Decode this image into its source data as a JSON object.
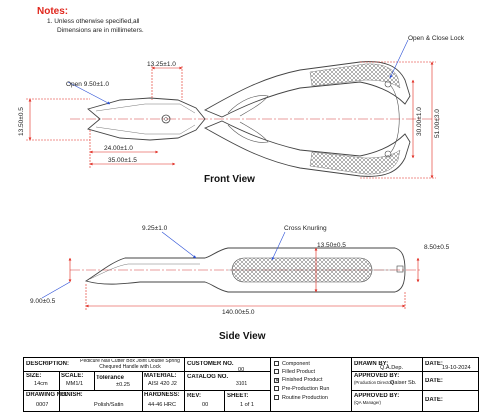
{
  "notes": {
    "title": "Notes:",
    "line1": "1. Unless otherwise specified,all",
    "line2": "Dimensions are in millimeters."
  },
  "front_view": {
    "title": "Front View",
    "dims": {
      "top": "13.25±1.0",
      "open": "Open 9.50±1.0",
      "left_vertical": "13.50±0.5",
      "jaw_length": "24.00±1.0",
      "head_length": "35.00±1.5",
      "handle_height": "30.00±1.0",
      "overall_height": "51.00±3.0"
    },
    "callout_lock": "Open & Close Lock"
  },
  "side_view": {
    "title": "Side View",
    "dims": {
      "tip": "9.25±1.0",
      "left_height": "9.00±0.5",
      "grip_height": "13.50±0.5",
      "end_height": "8.50±0.5",
      "overall_length": "140.00±5.0"
    },
    "callout_knurl": "Cross Knurling"
  },
  "title_block": {
    "description_label": "DESCRIPTION:",
    "description_line1": "Pedicure Nail Cutter Box Joint Double Spring",
    "description_line2": "Chequred Handle with Lock",
    "customer_no_label": "CUSTOMER NO.",
    "customer_no_value": "00",
    "size_label": "SIZE:",
    "size_value": "14cm",
    "scale_label": "SCALE:",
    "scale_value": "MM1/1",
    "tolerance_label": "Tolerance",
    "tolerance_value": "±0.25",
    "material_label": "MATERIAL:",
    "material_value": "AISI 420 J2",
    "catalog_label": "CATALOG NO.",
    "catalog_value": "3101",
    "drawing_no_label": "DRAWING NO.",
    "drawing_no_value": "0007",
    "finish_label": "FINISH:",
    "finish_value": "Polish/Satin",
    "hardness_label": "HARDNESS:",
    "hardness_value": "44-46 HRC",
    "rev_label": "REV:",
    "rev_value": "00",
    "sheet_label": "SHEET:",
    "sheet_value": "1 of 1",
    "checks": [
      {
        "label": "Component",
        "checked": false
      },
      {
        "label": "Filled Product",
        "checked": false
      },
      {
        "label": "Finished Product",
        "checked": true
      },
      {
        "label": "Pre-Production Run",
        "checked": false
      },
      {
        "label": "Routine Production",
        "checked": false
      }
    ],
    "drawn_by_label": "DRAWN BY:",
    "drawn_by_value": "Q.A.Dep.",
    "approved1_label": "APPROVED BY:",
    "approved1_sub": "(Production Director)",
    "approved1_value": "Qaiser Sb.",
    "approved2_label": "APPROVED BY:",
    "approved2_sub": "(QA Manager)",
    "date1_label": "DATE:",
    "date1_value": "19-10-2024",
    "date2_label": "DATE:",
    "date3_label": "DATE:"
  },
  "colors": {
    "dimension": "#e0261c",
    "callout": "#2a4fd6",
    "outline": "#444444",
    "center_line": "#d43a3a"
  }
}
